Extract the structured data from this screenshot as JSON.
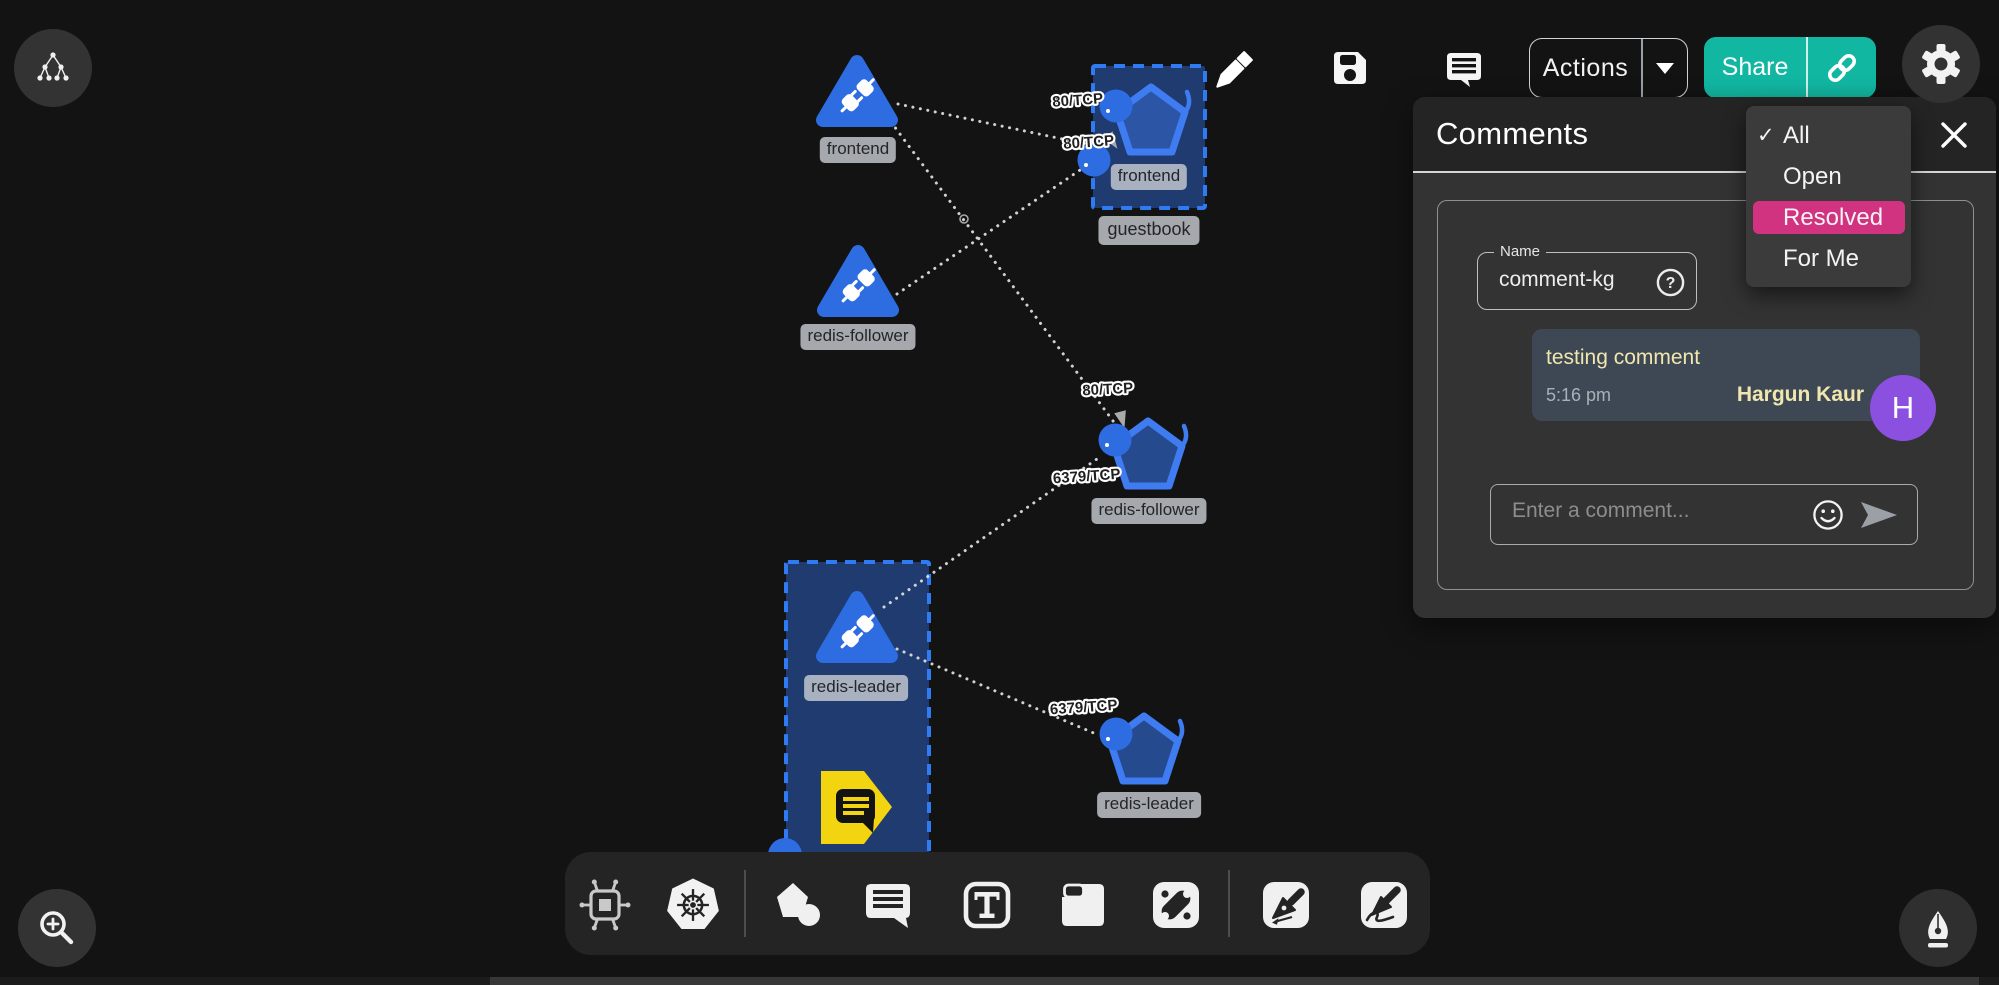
{
  "colors": {
    "background": "#131313",
    "accent_blue": "#2e6ce2",
    "pentagon_fill": "#264a8e",
    "selection_fill": "#2654a8",
    "selection_border": "#2e7bf3",
    "share_teal": "#12b7a2",
    "resolved_pink": "#d23380",
    "avatar_purple": "#8b50df",
    "comment_marker_yellow": "#f2d411",
    "bubble_slate": "#3d4854",
    "comment_text_yellow": "#f0e6ae"
  },
  "topbar": {
    "actions_label": "Actions",
    "share_label": "Share"
  },
  "comments_panel": {
    "title": "Comments",
    "filter_menu": {
      "checkmark": "✓",
      "items": [
        {
          "label": "All",
          "checked": true,
          "highlighted": false
        },
        {
          "label": "Open",
          "checked": false,
          "highlighted": false
        },
        {
          "label": "Resolved",
          "checked": false,
          "highlighted": true
        },
        {
          "label": "For Me",
          "checked": false,
          "highlighted": false
        }
      ]
    },
    "name_field": {
      "label": "Name",
      "value": "comment-kg",
      "help_glyph": "?"
    },
    "thread": [
      {
        "text": "testing comment",
        "time": "5:16 pm",
        "author": "Hargun Kaur",
        "avatar_initial": "H"
      }
    ],
    "composer": {
      "placeholder": "Enter a comment..."
    }
  },
  "canvas": {
    "nodes": [
      {
        "id": "service-frontend",
        "type": "service",
        "label": "frontend"
      },
      {
        "id": "service-redis-follower",
        "type": "service",
        "label": "redis-follower"
      },
      {
        "id": "service-redis-leader",
        "type": "service",
        "label": "redis-leader"
      },
      {
        "id": "deployment-frontend",
        "type": "deployment",
        "label": "frontend"
      },
      {
        "id": "deployment-redis-follower",
        "type": "deployment",
        "label": "redis-follower"
      },
      {
        "id": "deployment-redis-leader",
        "type": "deployment",
        "label": "redis-leader"
      }
    ],
    "groups": [
      {
        "label": "guestbook"
      }
    ],
    "edges": [
      {
        "label": "80/TCP"
      },
      {
        "label": "80/TCP"
      },
      {
        "label": "80/TCP"
      },
      {
        "label": "6379/TCP"
      },
      {
        "label": "6379/TCP"
      }
    ]
  },
  "toolbar": {
    "text_tool_glyph": "T"
  }
}
